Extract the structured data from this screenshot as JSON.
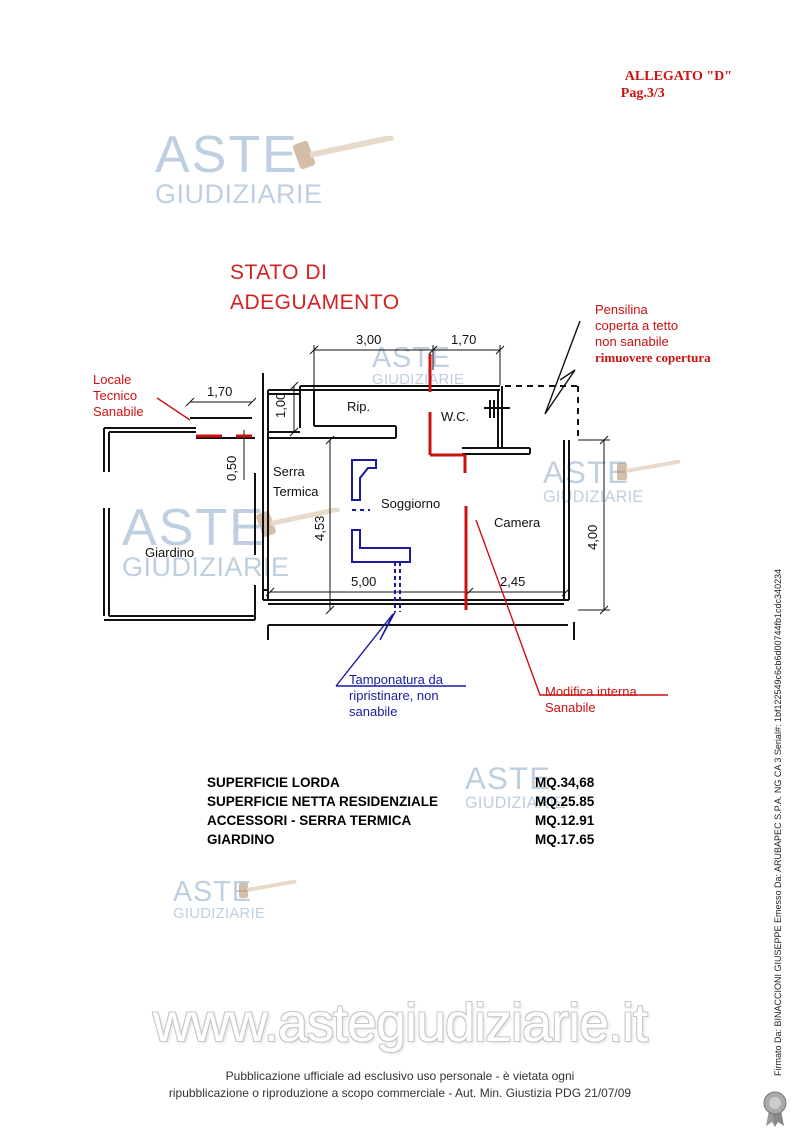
{
  "header": {
    "line1": "ALLEGATO \"D\"",
    "line2": "Pag.3/3"
  },
  "watermark": {
    "top": "ASTE",
    "bottom": "GIUDIZIARIE"
  },
  "title": {
    "line1": "STATO DI",
    "line2": "ADEGUAMENTO"
  },
  "plan": {
    "dims": {
      "d300": "3,00",
      "d170a": "1,70",
      "d170b": "1,70",
      "d100": "1,00",
      "d050": "0,50",
      "d453": "4,53",
      "d500": "5,00",
      "d245": "2,45",
      "d400": "4,00"
    },
    "rooms": {
      "rip": "Rip.",
      "wc": "W.C.",
      "serra1": "Serra",
      "serra2": "Termica",
      "soggiorno": "Soggiorno",
      "camera": "Camera",
      "giardino": "Giardino"
    },
    "notes": {
      "locale": [
        "Locale",
        "Tecnico",
        "Sanabile"
      ],
      "pensilina": [
        "Pensilina",
        "coperta a tetto",
        "non sanabile",
        "rimuovere copertura"
      ],
      "tamponatura": [
        "Tamponatura da",
        "ripristinare, non",
        "sanabile"
      ],
      "modifica": [
        "Modifica interna",
        "Sanabile"
      ]
    },
    "colors": {
      "red": "#cc1111",
      "blue": "#1a1aa0",
      "walls": "#111111",
      "watermark": "#a8bfd6"
    }
  },
  "stats": [
    {
      "label": "SUPERFICIE LORDA",
      "value": "MQ.34,68"
    },
    {
      "label": "SUPERFICIE NETTA RESIDENZIALE",
      "value": "MQ.25.85"
    },
    {
      "label": "ACCESSORI - SERRA TERMICA",
      "value": "MQ.12.91"
    },
    {
      "label": "GIARDINO",
      "value": "MQ.17.65"
    }
  ],
  "website": "www.astegiudiziarie.it",
  "footer": {
    "line1": "Pubblicazione ufficiale ad esclusivo uso personale - è vietata ogni",
    "line2": "ripubblicazione o riproduzione a scopo commerciale - Aut. Min. Giustizia PDG 21/07/09"
  },
  "signature": "Firmato Da: BINACCIONI GIUSEPPE Emesso Da: ARUBAPEC S.P.A. NG CA 3 Serial#: 1bf122549c6cb6d00744fb1cdc340234",
  "icons": {
    "gavel": "gavel-icon",
    "seal": "seal-icon"
  }
}
